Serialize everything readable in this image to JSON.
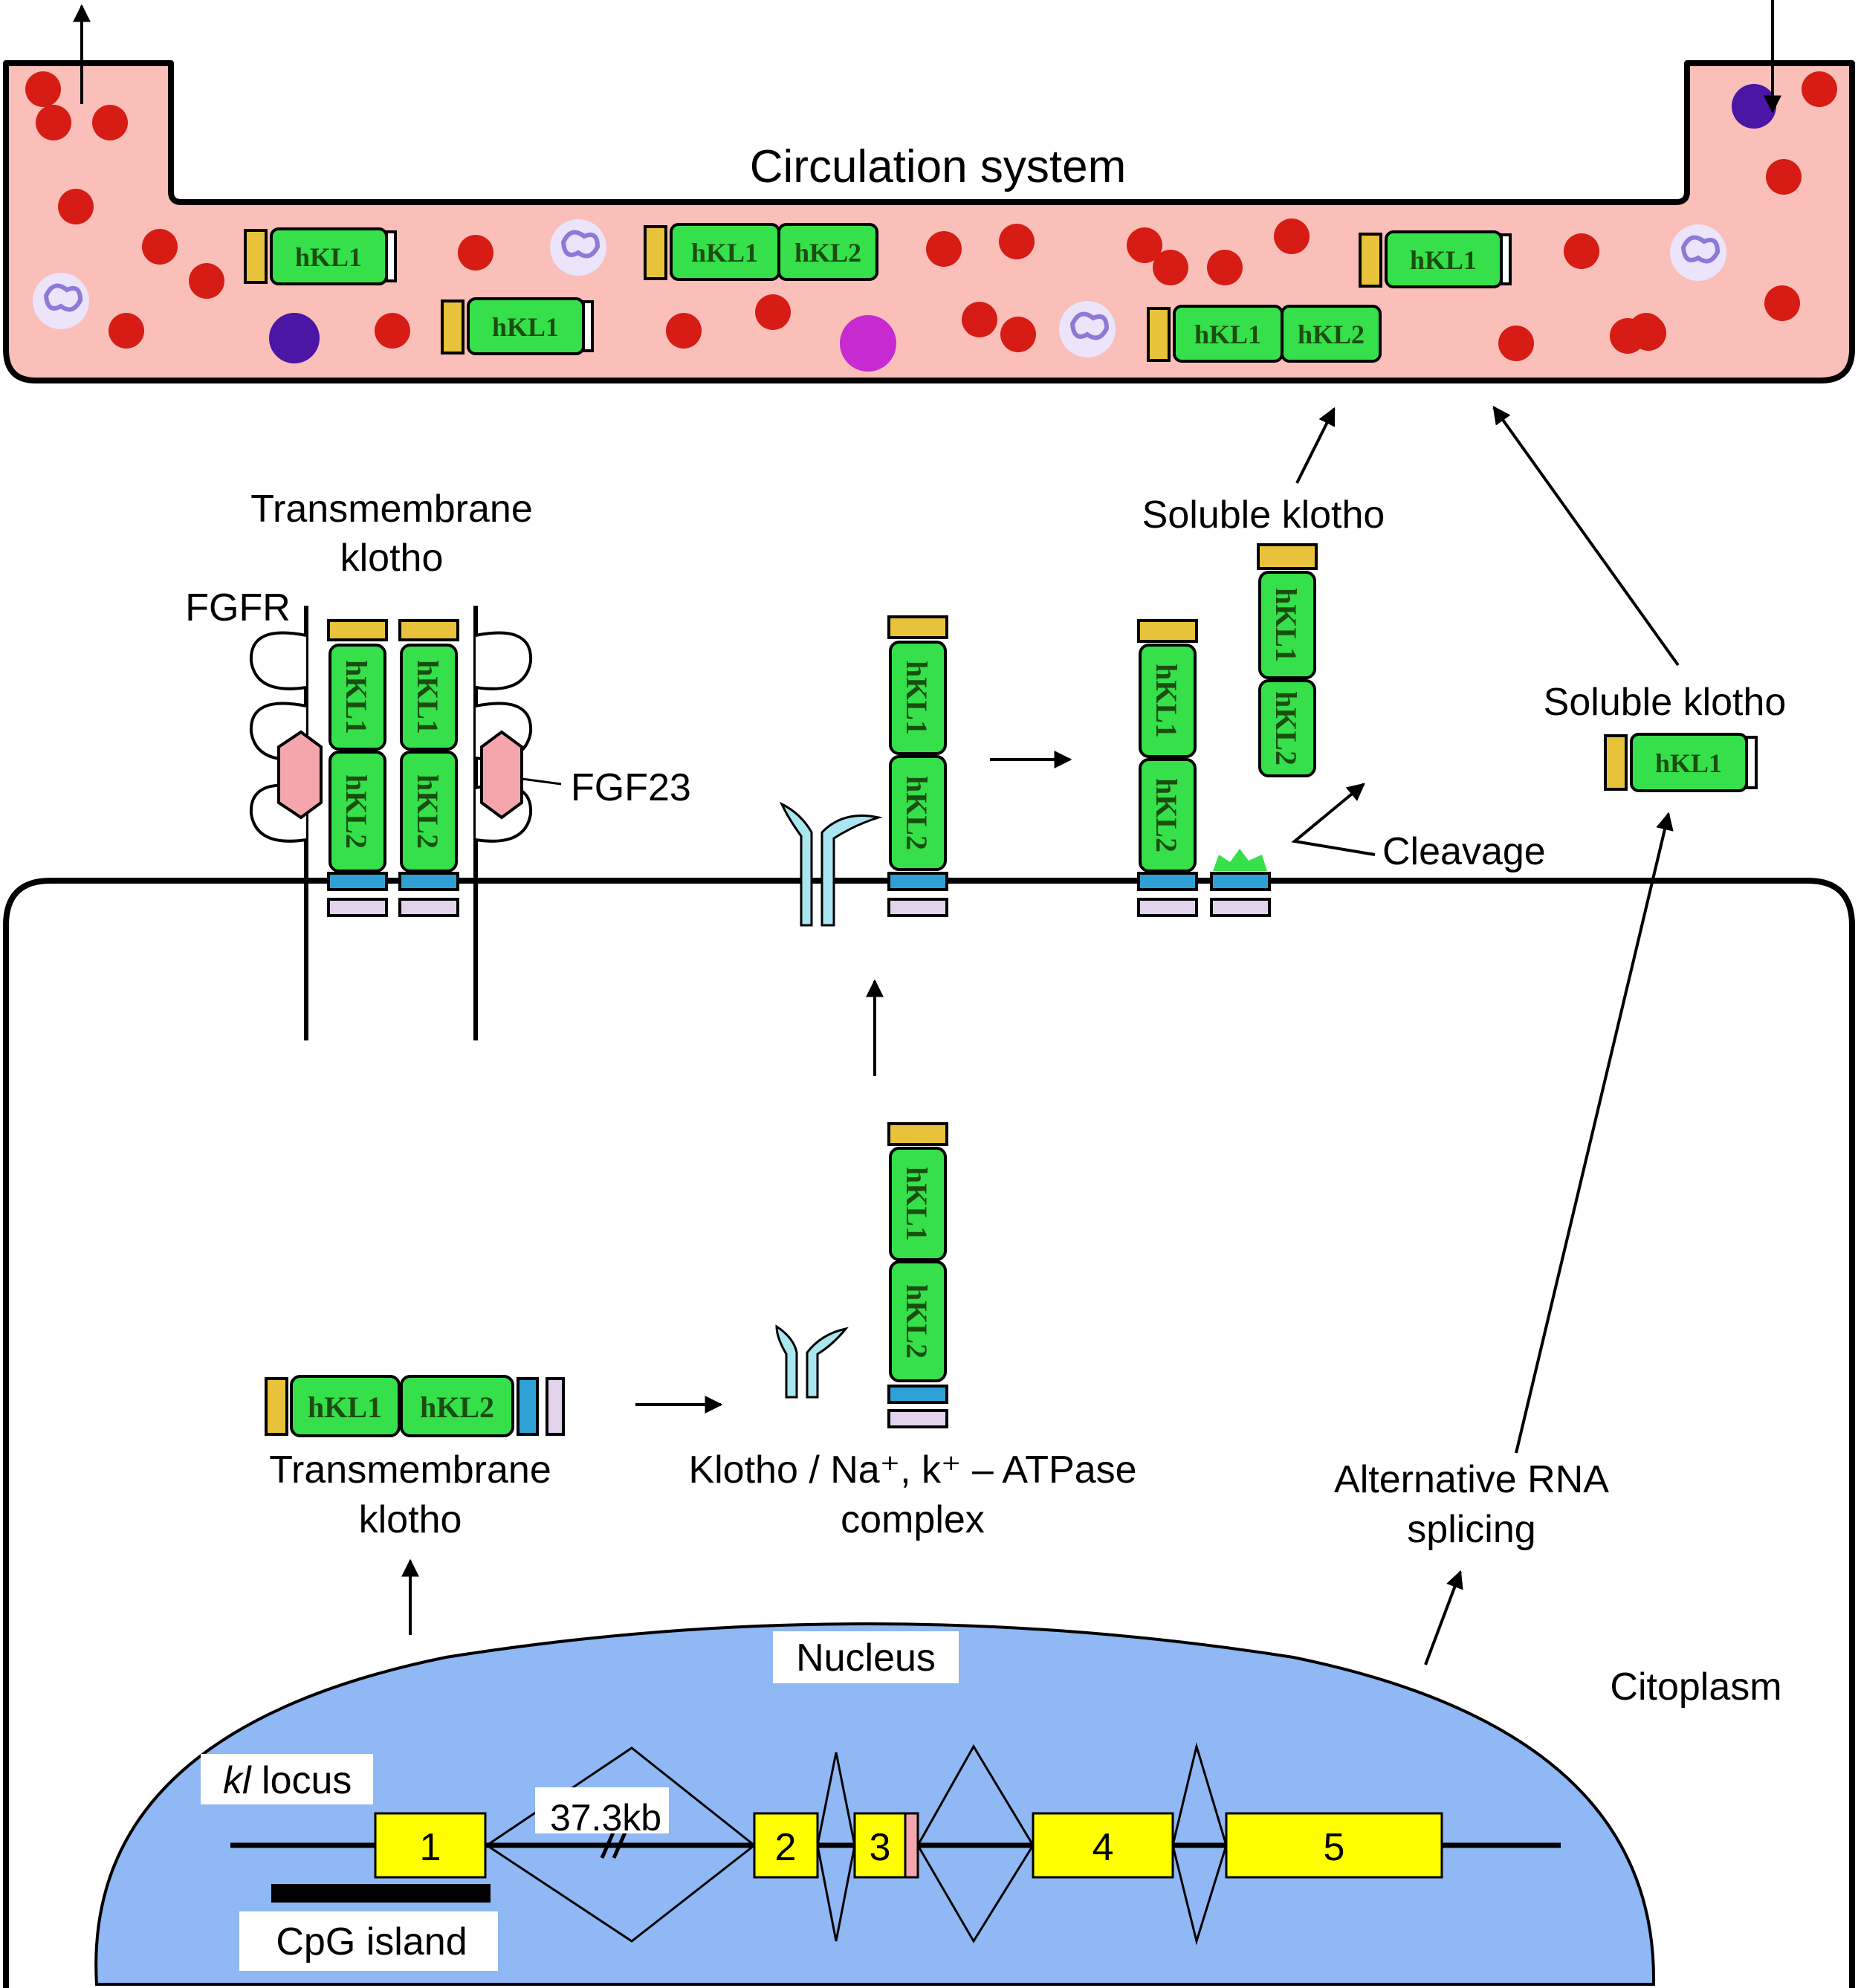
{
  "labels": {
    "circulation": "Circulation system",
    "tm_klotho_top": [
      "Transmembrane",
      "klotho"
    ],
    "fgfr": "FGFR",
    "fgf23": "FGF23",
    "soluble_top": "Soluble klotho",
    "soluble_right": "Soluble klotho",
    "cleavage": "Cleavage",
    "tm_klotho_bottom": [
      "Transmembrane",
      "klotho"
    ],
    "complex": [
      "Klotho / Na⁺, k⁺ – ATPase",
      "complex"
    ],
    "alt_splicing": [
      "Alternative RNA",
      "splicing"
    ],
    "nucleus": "Nucleus",
    "cytoplasm": "Citoplasm",
    "kl_locus_italic": "kl",
    "kl_locus_rest": " locus",
    "distance": "37.3kb",
    "cpg": "CpG island",
    "exons": [
      "1",
      "2",
      "3",
      "4",
      "5"
    ]
  },
  "domains": {
    "kl1": "hKL1",
    "kl2": "hKL2"
  },
  "colors": {
    "blood": "#f9bfb8",
    "rbc": "#d61c14",
    "klotho_green": "#35e04a",
    "cap_yellow": "#e8c23a",
    "tm_blue": "#2ea0d6",
    "tm_lavender": "#e3d3ec",
    "nucleus": "#8fb8f4",
    "exon_yellow": "#ffff00",
    "fgf23_pink": "#f5a6ad",
    "atpase": "#a9e6ef",
    "lymphocyte": "#4b15a6",
    "neutrophil": "#8c7ad6",
    "monocyte": "#c72ad0"
  }
}
